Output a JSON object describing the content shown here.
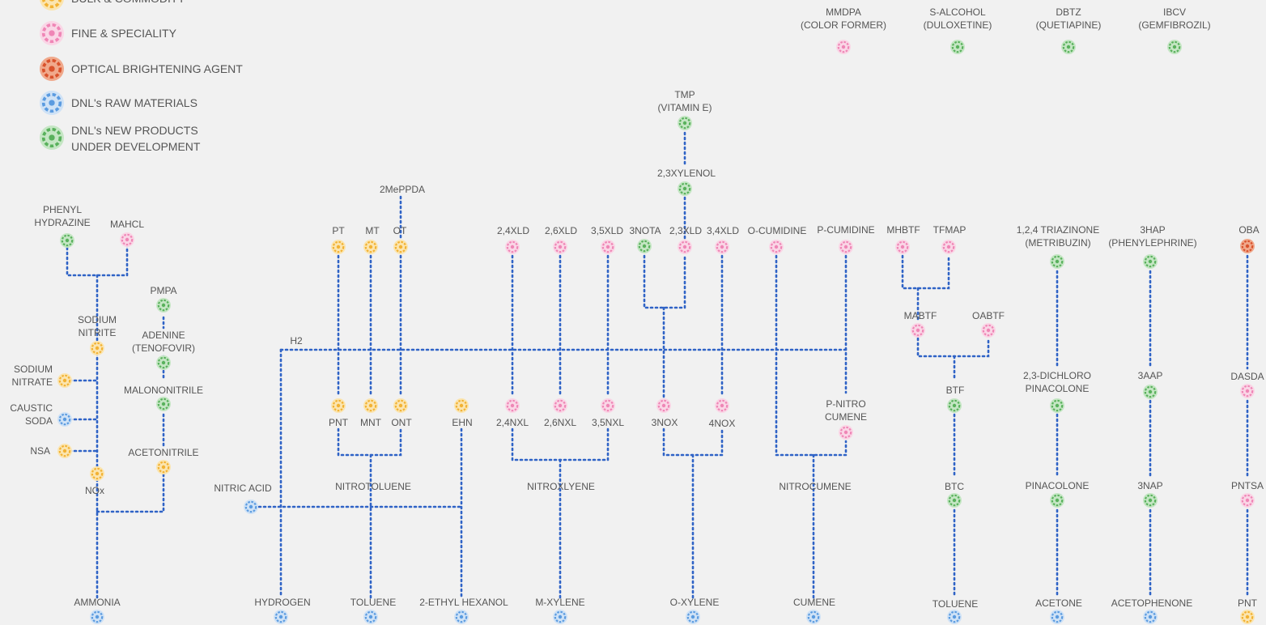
{
  "colors": {
    "bulk": "#f2b233",
    "bulk_bg": "#fbe5b0",
    "fine": "#ef86b6",
    "fine_bg": "#fad6e6",
    "optical": "#d9522c",
    "optical_bg": "#f0a98c",
    "raw": "#5b9be0",
    "raw_bg": "#cfe2f6",
    "new": "#59b15c",
    "new_bg": "#c5e6c4",
    "line": "#2f63c6"
  },
  "legend": [
    {
      "type": "bulk",
      "label": "BULK & COMMODITY"
    },
    {
      "type": "fine",
      "label": "FINE & SPECIALITY"
    },
    {
      "type": "optical",
      "label": "OPTICAL BRIGHTENING AGENT"
    },
    {
      "type": "raw",
      "label": "DNL's RAW MATERIALS"
    },
    {
      "type": "new",
      "label": "DNL's NEW PRODUCTS",
      "label2": "UNDER DEVELOPMENT"
    }
  ],
  "nodes": [
    {
      "id": "mmdpa",
      "type": "fine",
      "label": "MMDPA",
      "label2": "(COLOR FORMER)"
    },
    {
      "id": "s_alcohol",
      "type": "new",
      "label": "S-ALCOHOL",
      "label2": "(DULOXETINE)"
    },
    {
      "id": "dbtz",
      "type": "new",
      "label": "DBTZ",
      "label2": "(QUETIAPINE)"
    },
    {
      "id": "ibcv",
      "type": "new",
      "label": "IBCV",
      "label2": "(GEMFIBROZIL)"
    },
    {
      "id": "tmp",
      "type": "new",
      "label": "TMP",
      "label2": "(VITAMIN E)"
    },
    {
      "id": "xylenol23",
      "type": "new",
      "label": "2,3XYLENOL"
    },
    {
      "id": "phenylhydrazine",
      "type": "new",
      "label": "PHENYL",
      "label2": "HYDRAZINE"
    },
    {
      "id": "mahcl",
      "type": "fine",
      "label": "MAHCL"
    },
    {
      "id": "pmpa",
      "type": "new",
      "label": "PMPA"
    },
    {
      "id": "sodium_nitrite",
      "type": "bulk",
      "label": "SODIUM",
      "label2": "NITRITE"
    },
    {
      "id": "adenine",
      "type": "new",
      "label": "ADENINE",
      "label2": "(TENOFOVIR)"
    },
    {
      "id": "sodium_nitrate",
      "type": "bulk",
      "label": "SODIUM",
      "label2": "NITRATE"
    },
    {
      "id": "caustic_soda",
      "type": "raw",
      "label": "CAUSTIC",
      "label2": "SODA"
    },
    {
      "id": "malononitrile",
      "type": "new",
      "label": "MALONONITRILE"
    },
    {
      "id": "nsa",
      "type": "bulk",
      "label": "NSA"
    },
    {
      "id": "acetonitrile",
      "type": "bulk",
      "label": "ACETONITRILE"
    },
    {
      "id": "nox",
      "type": "bulk",
      "label": "NOx"
    },
    {
      "id": "ammonia",
      "type": "raw",
      "label": "AMMONIA"
    },
    {
      "id": "mepppda",
      "type": "none",
      "label": "2MePPDA"
    },
    {
      "id": "pt",
      "type": "bulk",
      "label": "PT"
    },
    {
      "id": "mt",
      "type": "bulk",
      "label": "MT"
    },
    {
      "id": "ot",
      "type": "bulk",
      "label": "OT"
    },
    {
      "id": "pnt_mid",
      "type": "bulk",
      "label": "PNT"
    },
    {
      "id": "mnt",
      "type": "bulk",
      "label": "MNT"
    },
    {
      "id": "ont",
      "type": "bulk",
      "label": "ONT"
    },
    {
      "id": "ehn",
      "type": "bulk",
      "label": "EHN"
    },
    {
      "id": "nitrotoluene",
      "type": "none",
      "label": "NITROTOLUENE"
    },
    {
      "id": "nitric_acid",
      "type": "raw",
      "label": "NITRIC ACID"
    },
    {
      "id": "h2",
      "type": "none",
      "label": "H2"
    },
    {
      "id": "hydrogen",
      "type": "raw",
      "label": "HYDROGEN"
    },
    {
      "id": "toluene1",
      "type": "raw",
      "label": "TOLUENE"
    },
    {
      "id": "ethylhexanol",
      "type": "raw",
      "label": "2-ETHYL HEXANOL"
    },
    {
      "id": "xld24",
      "type": "fine",
      "label": "2,4XLD"
    },
    {
      "id": "xld26",
      "type": "fine",
      "label": "2,6XLD"
    },
    {
      "id": "xld35",
      "type": "fine",
      "label": "3,5XLD"
    },
    {
      "id": "nota3",
      "type": "new",
      "label": "3NOTA"
    },
    {
      "id": "xld23",
      "type": "fine",
      "label": "2,3XLD"
    },
    {
      "id": "xld34",
      "type": "fine",
      "label": "3,4XLD"
    },
    {
      "id": "nxl24",
      "type": "fine",
      "label": "2,4NXL"
    },
    {
      "id": "nxl26",
      "type": "fine",
      "label": "2,6NXL"
    },
    {
      "id": "nxl35",
      "type": "fine",
      "label": "3,5NXL"
    },
    {
      "id": "nox3",
      "type": "fine",
      "label": "3NOX"
    },
    {
      "id": "nox4",
      "type": "fine",
      "label": "4NOX"
    },
    {
      "id": "nitroxlyene",
      "type": "none",
      "label": "NITROXLYENE"
    },
    {
      "id": "mxylene",
      "type": "raw",
      "label": "M-XYLENE"
    },
    {
      "id": "oxylene",
      "type": "raw",
      "label": "O-XYLENE"
    },
    {
      "id": "ocumidine",
      "type": "fine",
      "label": "O-CUMIDINE"
    },
    {
      "id": "pcumidine",
      "type": "fine",
      "label": "P-CUMIDINE"
    },
    {
      "id": "pnitrocumene",
      "type": "fine",
      "label": "P-NITRO",
      "label2": "CUMENE"
    },
    {
      "id": "nitrocumene",
      "type": "none",
      "label": "NITROCUMENE"
    },
    {
      "id": "cumene",
      "type": "raw",
      "label": "CUMENE"
    },
    {
      "id": "mhbtf",
      "type": "fine",
      "label": "MHBTF"
    },
    {
      "id": "tfmap",
      "type": "fine",
      "label": "TFMAP"
    },
    {
      "id": "mabtf",
      "type": "fine",
      "label": "MABTF"
    },
    {
      "id": "oabtf",
      "type": "fine",
      "label": "OABTF"
    },
    {
      "id": "btf",
      "type": "new",
      "label": "BTF"
    },
    {
      "id": "btc",
      "type": "new",
      "label": "BTC"
    },
    {
      "id": "toluene2",
      "type": "raw",
      "label": "TOLUENE"
    },
    {
      "id": "triazinone",
      "type": "new",
      "label": "1,2,4 TRIAZINONE",
      "label2": "(METRIBUZIN)"
    },
    {
      "id": "dichloropinacolone",
      "type": "new",
      "label": "2,3-DICHLORO",
      "label2": "PINACOLONE"
    },
    {
      "id": "pinacolone",
      "type": "new",
      "label": "PINACOLONE"
    },
    {
      "id": "acetone",
      "type": "raw",
      "label": "ACETONE"
    },
    {
      "id": "hap3",
      "type": "new",
      "label": "3HAP",
      "label2": "(PHENYLEPHRINE)"
    },
    {
      "id": "aap3",
      "type": "new",
      "label": "3AAP"
    },
    {
      "id": "nap3",
      "type": "new",
      "label": "3NAP"
    },
    {
      "id": "acetophenone",
      "type": "raw",
      "label": "ACETOPHENONE"
    },
    {
      "id": "oba",
      "type": "optical",
      "label": "OBA"
    },
    {
      "id": "dasda",
      "type": "fine",
      "label": "DASDA"
    },
    {
      "id": "pntsa",
      "type": "fine",
      "label": "PNTSA"
    },
    {
      "id": "pnt_right",
      "type": "bulk",
      "label": "PNT"
    }
  ]
}
